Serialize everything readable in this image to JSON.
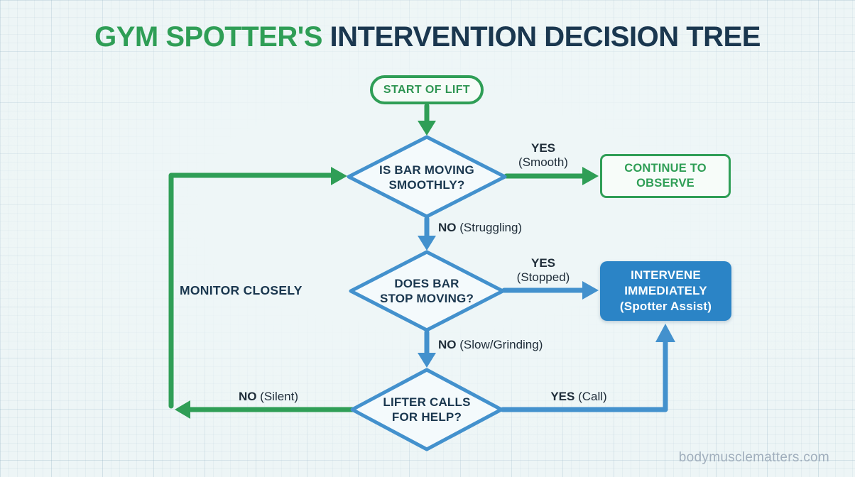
{
  "title": {
    "highlight": "GYM SPOTTER'S",
    "rest": " INTERVENTION DECISION TREE"
  },
  "nodes": {
    "start": {
      "label": "START OF LIFT"
    },
    "q1": {
      "line1": "IS BAR MOVING",
      "line2": "SMOOTHLY?"
    },
    "q2": {
      "line1": "DOES BAR",
      "line2": "STOP MOVING?"
    },
    "q3": {
      "line1": "LIFTER CALLS",
      "line2": "FOR HELP?"
    },
    "observe": {
      "line1": "CONTINUE TO",
      "line2": "OBSERVE"
    },
    "intervene": {
      "line1": "INTERVENE",
      "line2": "IMMEDIATELY",
      "line3": "(Spotter Assist)"
    }
  },
  "edges": {
    "yes_smooth": {
      "bold": "YES",
      "rest": "(Smooth)"
    },
    "no_struggling": {
      "bold": "NO",
      "rest": " (Struggling)"
    },
    "yes_stopped": {
      "bold": "YES",
      "rest": "(Stopped)"
    },
    "no_slow": {
      "bold": "NO",
      "rest": " (Slow/Grinding)"
    },
    "yes_call": {
      "bold": "YES",
      "rest": " (Call)"
    },
    "no_silent": {
      "bold": "NO",
      "rest": " (Silent)"
    },
    "monitor": {
      "label": "MONITOR CLOSELY"
    }
  },
  "footer": {
    "watermark": "bodymusclematters.com"
  },
  "colors": {
    "green": "#2f9e56",
    "blue": "#4391cd",
    "blue_fill": "#2b84c6",
    "navy": "#1a374f",
    "text_dark": "#202e3a",
    "watermark": "#a0aebc"
  }
}
